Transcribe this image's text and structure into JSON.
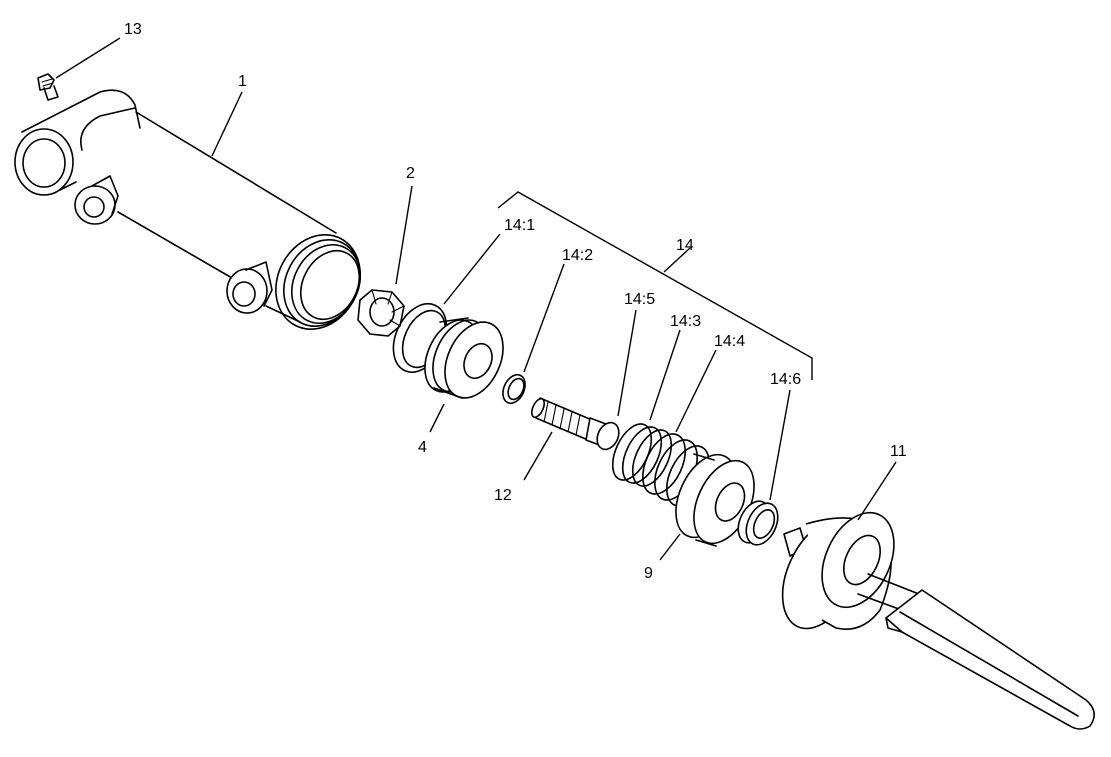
{
  "callouts": {
    "c1": "1",
    "c2": "2",
    "c4": "4",
    "c9": "9",
    "c11": "11",
    "c12": "12",
    "c13": "13",
    "c14": "14",
    "c14_1": "14:1",
    "c14_2": "14:2",
    "c14_3": "14:3",
    "c14_4": "14:4",
    "c14_5": "14:5",
    "c14_6": "14:6"
  },
  "colors": {
    "line": "#000000",
    "background": "#ffffff"
  }
}
